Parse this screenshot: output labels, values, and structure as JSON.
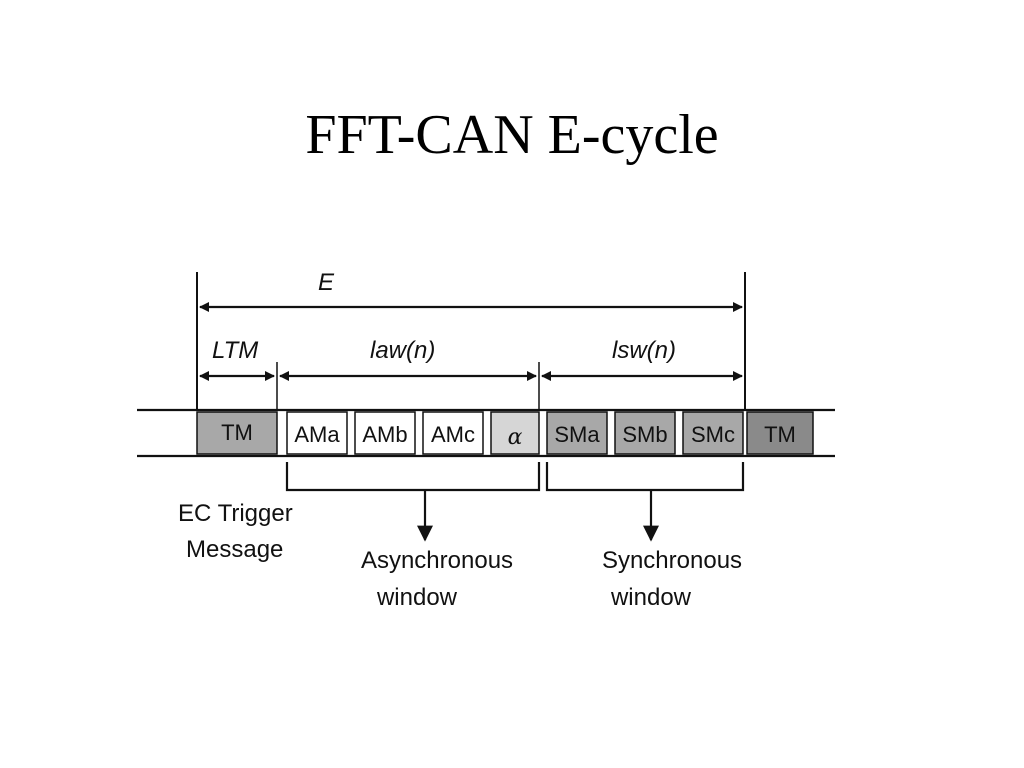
{
  "title": "FFT-CAN E-cycle",
  "diagram": {
    "labels": {
      "e": "E",
      "ltm": "LTM",
      "law": "law(n)",
      "lsw": "lsw(n)"
    },
    "cells": [
      {
        "id": "tm-start",
        "label": "TM",
        "fill": "#a8a8a8"
      },
      {
        "id": "ama",
        "label": "AMa",
        "fill": "#ffffff"
      },
      {
        "id": "amb",
        "label": "AMb",
        "fill": "#ffffff"
      },
      {
        "id": "amc",
        "label": "AMc",
        "fill": "#ffffff"
      },
      {
        "id": "alpha",
        "label": "α",
        "fill": "#d6d6d6"
      },
      {
        "id": "sma",
        "label": "SMa",
        "fill": "#a8a8a8"
      },
      {
        "id": "smb",
        "label": "SMb",
        "fill": "#a8a8a8"
      },
      {
        "id": "smc",
        "label": "SMc",
        "fill": "#a8a8a8"
      },
      {
        "id": "tm-end",
        "label": "TM",
        "fill": "#8a8a8a"
      }
    ],
    "notes": {
      "trigger_line1": "EC Trigger",
      "trigger_line2": "Message",
      "async_line1": "Asynchronous",
      "async_line2": "window",
      "sync_line1": "Synchronous",
      "sync_line2": "window"
    }
  }
}
